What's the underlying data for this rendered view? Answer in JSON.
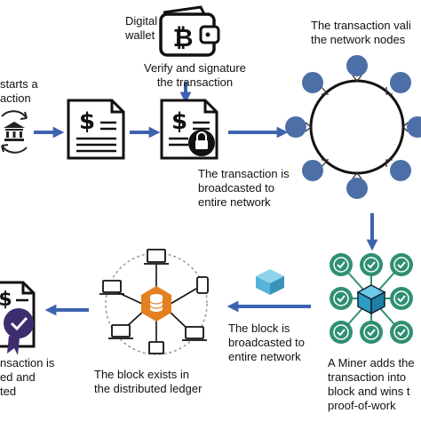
{
  "labels": {
    "digital_wallet": [
      "Digital",
      "wallet"
    ],
    "verify": [
      "Verify and signature",
      "the transaction"
    ],
    "starts": [
      "starts a",
      "action"
    ],
    "validated": [
      "The transaction vali",
      "the network nodes"
    ],
    "broadcast_tx": [
      "The transaction is",
      "broadcasted to",
      "entire network"
    ],
    "broadcast_block": [
      "The block is",
      "broadcasted to",
      "entire network"
    ],
    "miner": [
      "A Miner adds the",
      "transaction into",
      "block and wins t",
      "proof-of-work"
    ],
    "exists": [
      "The block exists in",
      "the distributed ledger"
    ],
    "done": [
      "nsaction is",
      "ed and",
      "ted"
    ]
  },
  "icons": {
    "bank": "bank-icon",
    "document": "document-icon",
    "signed_document": "signed-document-icon",
    "lock": "lock-icon",
    "wallet": "bitcoin-wallet-icon",
    "network": "node-network-icon",
    "block": "block-cube-icon",
    "ledger": "distributed-ledger-icon",
    "certificate": "certificate-icon",
    "checkmark": "checkmark-icon"
  },
  "colors": {
    "arrow": "#3d63b0",
    "network_node": "#4d6fa8",
    "check_circle": "#2f8f73",
    "block_orange": "#e38022",
    "block_blue": "#54b3d6",
    "badge_purple": "#3e2d6e",
    "ink": "#111111"
  }
}
